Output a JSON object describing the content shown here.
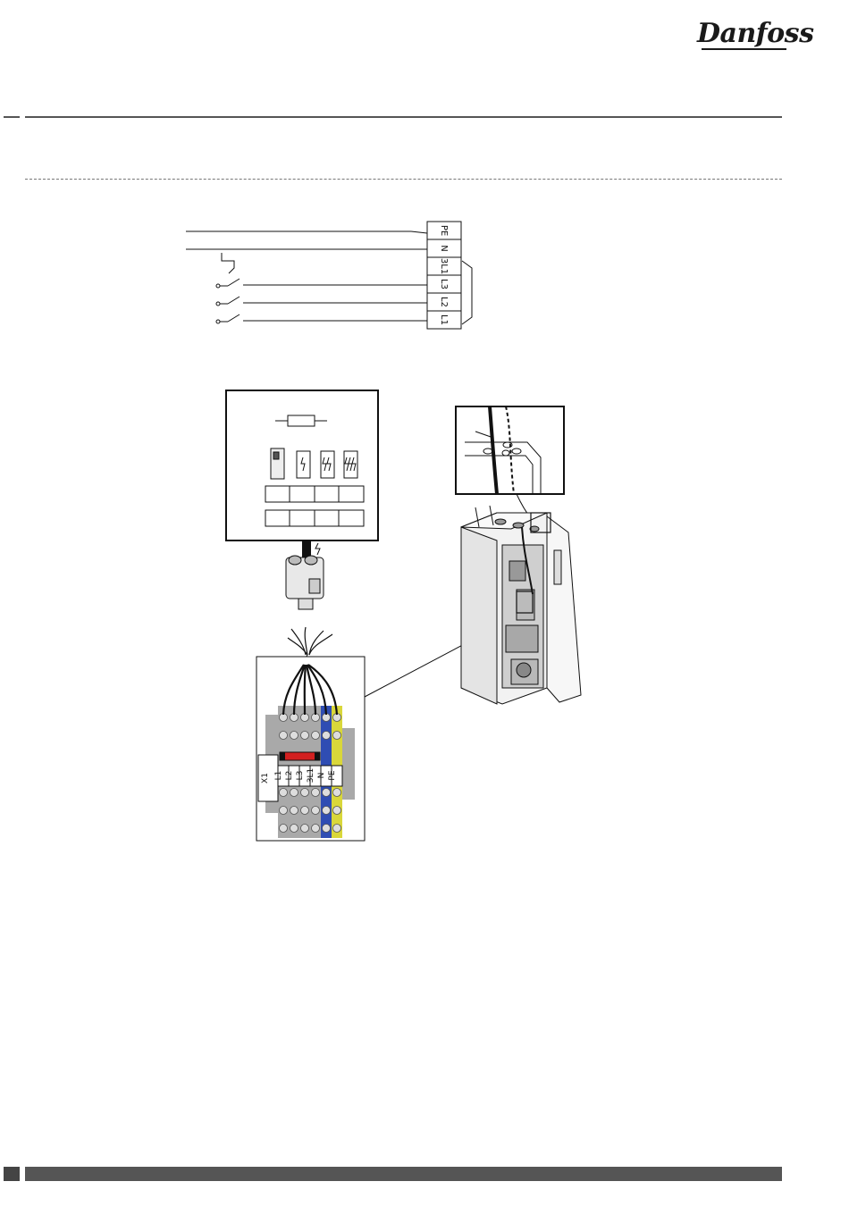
{
  "header": {
    "brand": "Danfoss"
  },
  "wiring_diagram": {
    "terminals": [
      "PE",
      "N",
      "3L1",
      "L3",
      "L2",
      "L1"
    ]
  },
  "terminal_block": {
    "block_label": "X1",
    "terminals": [
      "L1",
      "L2",
      "L3",
      "3L1",
      "N",
      "PE"
    ]
  },
  "colors": {
    "line": "#111111",
    "rule": "#555555",
    "terminal_grey": "#a9a9a9",
    "terminal_blue": "#2f4db3",
    "terminal_yellow": "#d9d73a",
    "fuse_red": "#d22020"
  },
  "icons": [
    "brand-logo",
    "fuse-symbol",
    "breaker-icons",
    "cable-gland-icon",
    "heat-pump-unit-illustration"
  ]
}
